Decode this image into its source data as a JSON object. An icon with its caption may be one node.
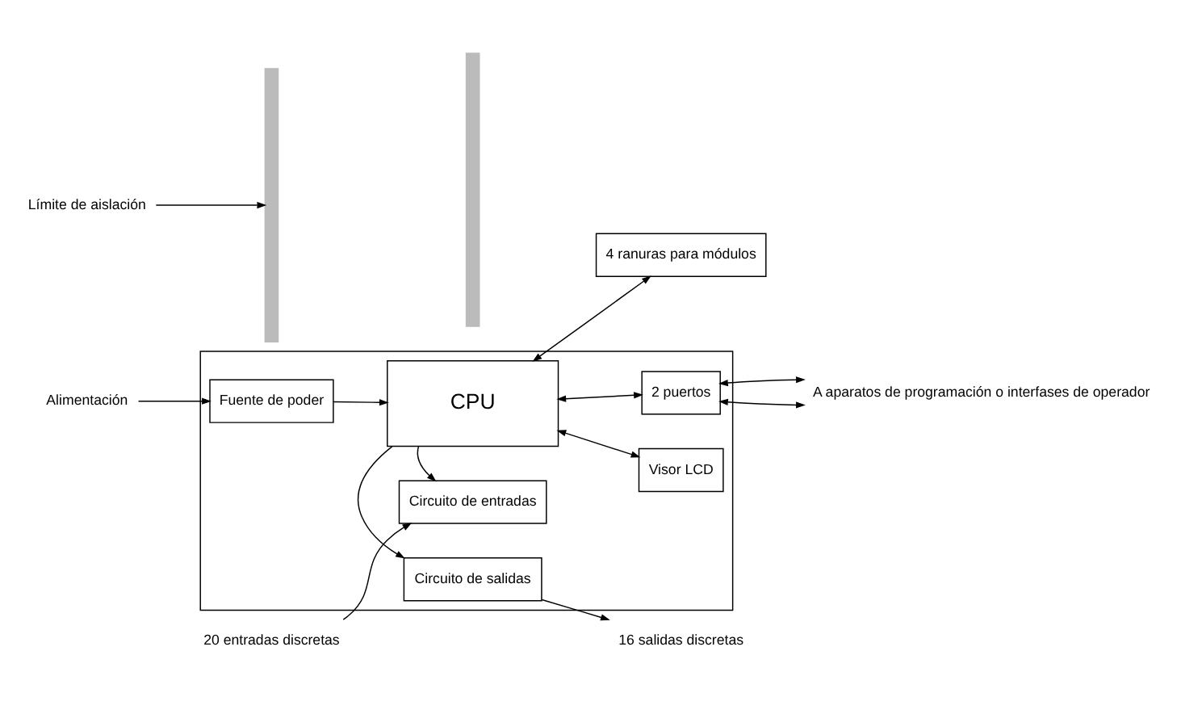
{
  "diagram": {
    "nodes": [
      {
        "text": [],
        "shape": "box"
      },
      {
        "text": [
          "Fuente de poder"
        ],
        "in": 0
      },
      {
        "text": [
          "Circuito de salidas"
        ],
        "in": 0
      },
      {
        "text": [
          "CPU"
        ],
        "in": 0
      },
      {
        "text": [
          "Circuito de entradas"
        ],
        "in": 0
      },
      {
        "text": [
          "Visor LCD"
        ],
        "in": 0
      },
      {
        "text": [
          "4 ranuras para módulos"
        ]
      },
      {
        "text": [
          "2 puertos"
        ],
        "in": 0
      },
      {
        "text": [],
        "shape": "bar"
      },
      {
        "text": [],
        "shape": "bar"
      },
      {
        "text": [
          "Alimentación"
        ]
      },
      {
        "text": [
          "16 salidas discretas"
        ]
      },
      {
        "text": [
          "20 entradas discretas"
        ]
      },
      {
        "text": [
          "Límite de aislación"
        ]
      },
      {
        "text": [
          "A aparatos de programación o interfases de operador"
        ]
      }
    ],
    "edges": [
      {
        "from": 10,
        "to": 1,
        "arrow": "to"
      },
      {
        "from": 2,
        "to": 11,
        "arrow": "to"
      },
      {
        "from": 3,
        "to": 2,
        "arrow": "to"
      },
      {
        "from": 3,
        "to": 4,
        "arrow": "to"
      },
      {
        "from": 12,
        "to": 4,
        "arrow": "to"
      },
      {
        "from": 1,
        "to": 3,
        "arrow": "to"
      },
      {
        "from": 5,
        "to": 3,
        "arrow": "both"
      },
      {
        "from": 3,
        "to": 6,
        "arrow": "both"
      },
      {
        "from": 3,
        "to": 7,
        "arrow": "both"
      },
      {
        "from": 7,
        "to": 14,
        "arrow": "both"
      },
      {
        "from": 7,
        "to": 14,
        "arrow": "both"
      },
      {
        "from": 13,
        "to": 8,
        "arrow": "to"
      }
    ]
  }
}
